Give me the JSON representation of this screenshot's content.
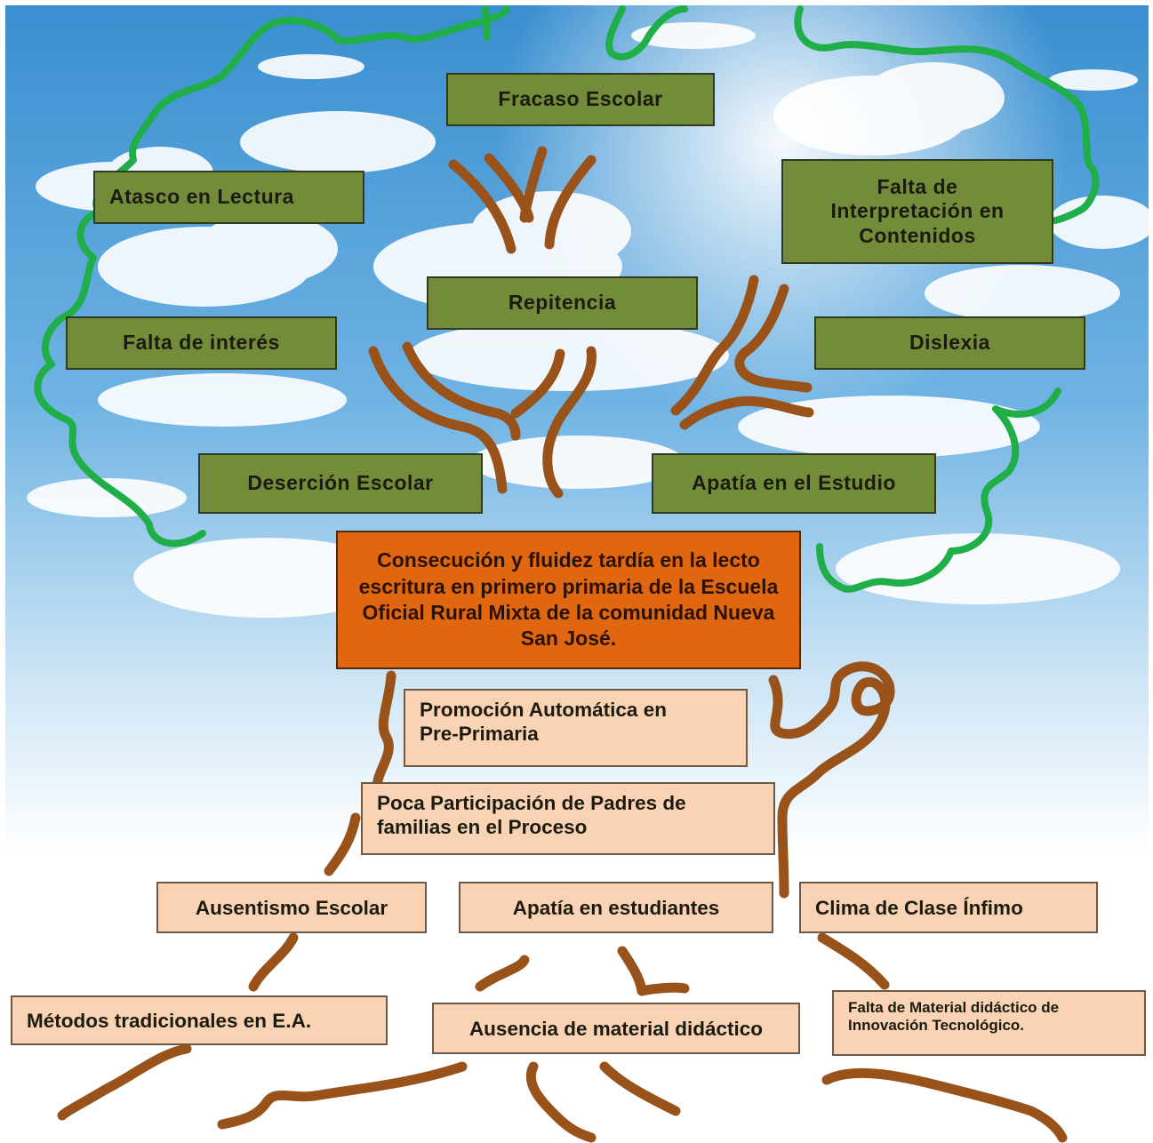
{
  "effects": {
    "fracaso": "Fracaso Escolar",
    "atasco": "Atasco en Lectura",
    "interpretacion": "Falta de Interpretación en Contenidos",
    "repitencia": "Repitencia",
    "interes": "Falta de interés",
    "dislexia": "Dislexia",
    "desercion": "Deserción Escolar",
    "apatia_estudio": "Apatía en el Estudio"
  },
  "problem": "Consecución y fluidez tardía en la lecto escritura en primero primaria de la Escuela Oficial Rural Mixta de la comunidad Nueva San José.",
  "causes": {
    "promocion": "Promoción Automática en Pre-Primaria",
    "participacion": "Poca Participación de Padres de familias en el Proceso",
    "ausentismo": "Ausentismo Escolar",
    "apatia_estudiantes": "Apatía en estudiantes",
    "clima": "Clima de Clase Ínfimo",
    "metodos": "Métodos tradicionales en E.A.",
    "material": "Ausencia de material didáctico",
    "innovacion": "Falta de Material didáctico de Innovación Tecnológico."
  },
  "colors": {
    "sky_top": "#3a8fd0",
    "sky_bottom": "#ffffff",
    "canopy": "#1fae48",
    "branches": "#99531a",
    "effect_box": "#738c3a",
    "problem_box": "#e0670f",
    "cause_box": "#f9d3b4"
  }
}
